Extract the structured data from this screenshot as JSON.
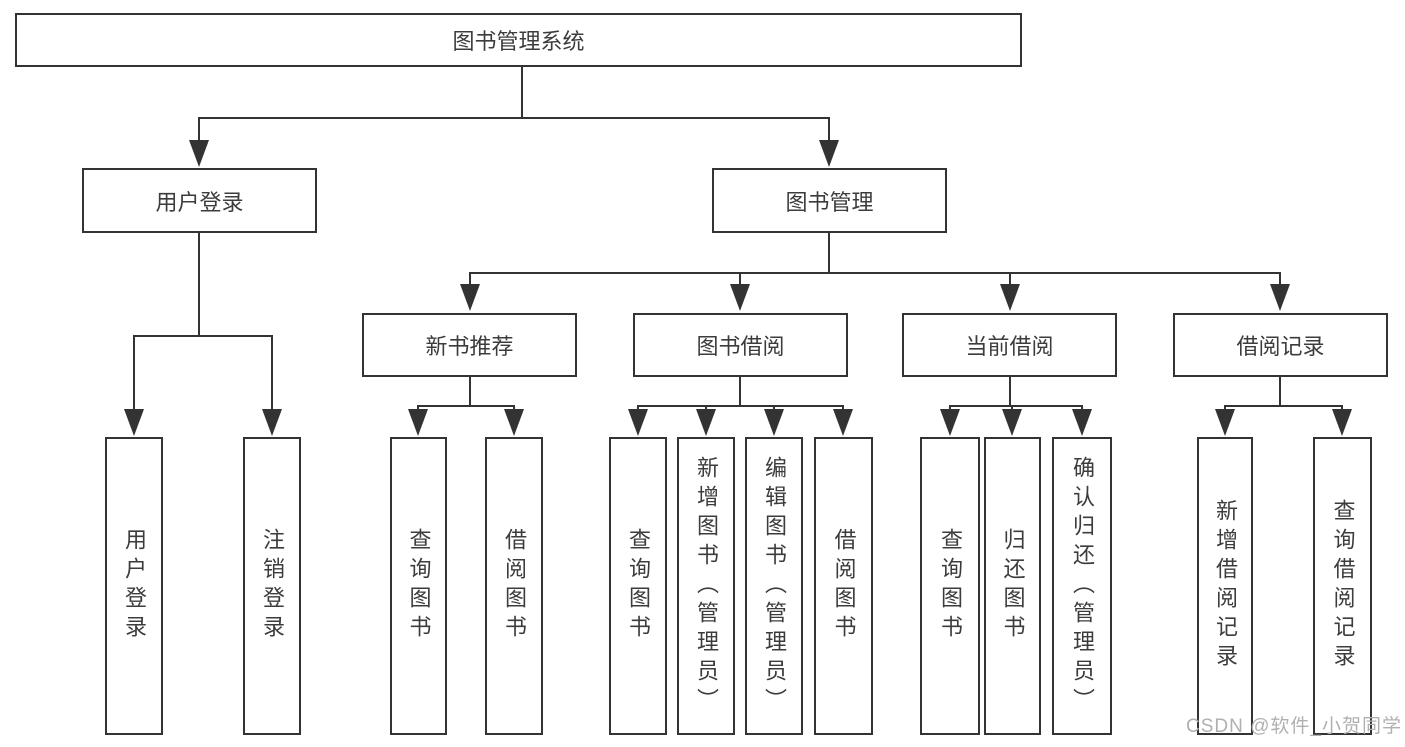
{
  "colors": {
    "line": "#333333",
    "node_border": "#333333",
    "node_text": "#3c3c3c",
    "watermark": "#b2afaf",
    "background": "#ffffff"
  },
  "watermark": {
    "text": "CSDN @软件_小贺同学"
  },
  "nodes": {
    "root": {
      "label": "图书管理系统"
    },
    "level2": [
      {
        "label": "用户登录"
      },
      {
        "label": "图书管理"
      }
    ],
    "level3": [
      {
        "label": "新书推荐"
      },
      {
        "label": "图书借阅"
      },
      {
        "label": "当前借阅"
      },
      {
        "label": "借阅记录"
      }
    ],
    "leaves": [
      {
        "label": "用户登录"
      },
      {
        "label": "注销登录"
      },
      {
        "label": "查询图书"
      },
      {
        "label": "借阅图书"
      },
      {
        "label": "查询图书"
      },
      {
        "label": "新增图书（管理员）"
      },
      {
        "label": "编辑图书（管理员）"
      },
      {
        "label": "借阅图书"
      },
      {
        "label": "查询图书"
      },
      {
        "label": "归还图书"
      },
      {
        "label": "确认归还（管理员）"
      },
      {
        "label": "新增借阅记录"
      },
      {
        "label": "查询借阅记录"
      }
    ]
  }
}
